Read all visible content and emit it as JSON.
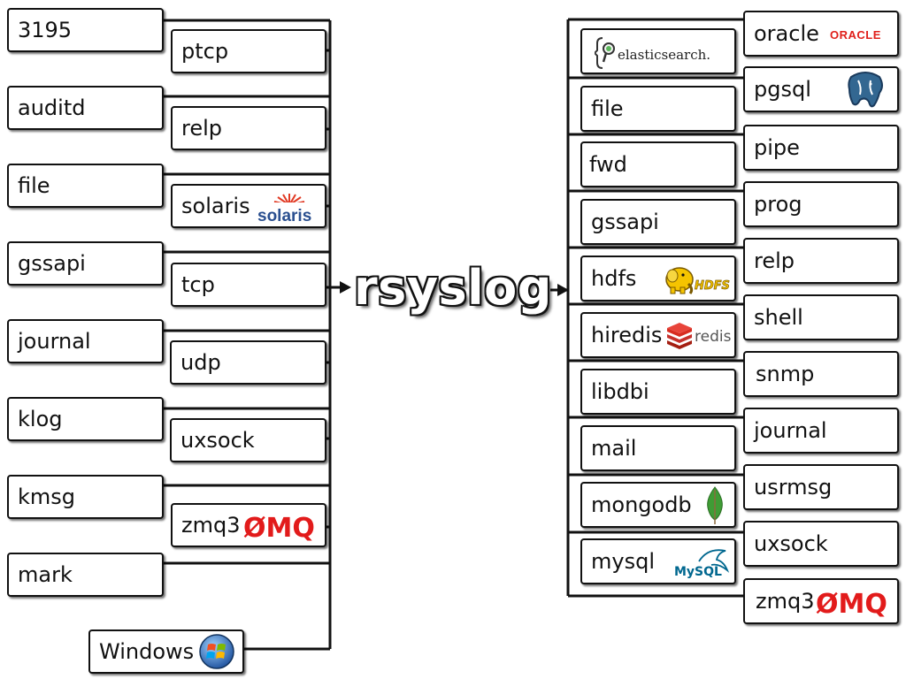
{
  "center": {
    "title": "rsyslog"
  },
  "inputs": {
    "outer": [
      "3195",
      "auditd",
      "file",
      "gssapi",
      "journal",
      "klog",
      "kmsg",
      "mark"
    ],
    "inner": [
      "ptcp",
      "relp",
      "solaris",
      "tcp",
      "udp",
      "uxsock",
      "zmq3"
    ],
    "windows": "Windows"
  },
  "outputs": {
    "inner": [
      "file",
      "fwd",
      "gssapi",
      "hdfs",
      "hiredis",
      "libdbi",
      "mail",
      "mongodb",
      "mysql"
    ],
    "outer": [
      "oracle",
      "pgsql",
      "pipe",
      "prog",
      "relp",
      "shell",
      "snmp",
      "journal",
      "usrmsg",
      "uxsock",
      "zmq3"
    ]
  },
  "logos": {
    "elasticsearch": "elasticsearch.",
    "oracle": "ORACLE",
    "solaris": "solaris",
    "hdfs": "HDFS",
    "redis": "redis",
    "zmq_left": "ØMQ",
    "zmq_right": "ØMQ",
    "mysql": "MySQL"
  },
  "colors": {
    "line": "#111111",
    "oracle_red": "#e0201b",
    "zmq_red": "#e21b1b",
    "solaris_blue": "#2a4f8f",
    "hdfs_yellow": "#f5c400",
    "redis_red": "#c6302b",
    "mongo_green": "#3f9c35",
    "mysql_blue": "#00678f",
    "mysql_orange": "#e48e00",
    "pg_blue": "#336791"
  },
  "icons": [
    "elasticsearch-logo-icon",
    "oracle-logo-icon",
    "postgresql-elephant-icon",
    "solaris-logo-icon",
    "hadoop-elephant-icon",
    "redis-logo-icon",
    "zeromq-logo-icon",
    "mongodb-leaf-icon",
    "mysql-dolphin-icon",
    "windows-logo-icon"
  ]
}
